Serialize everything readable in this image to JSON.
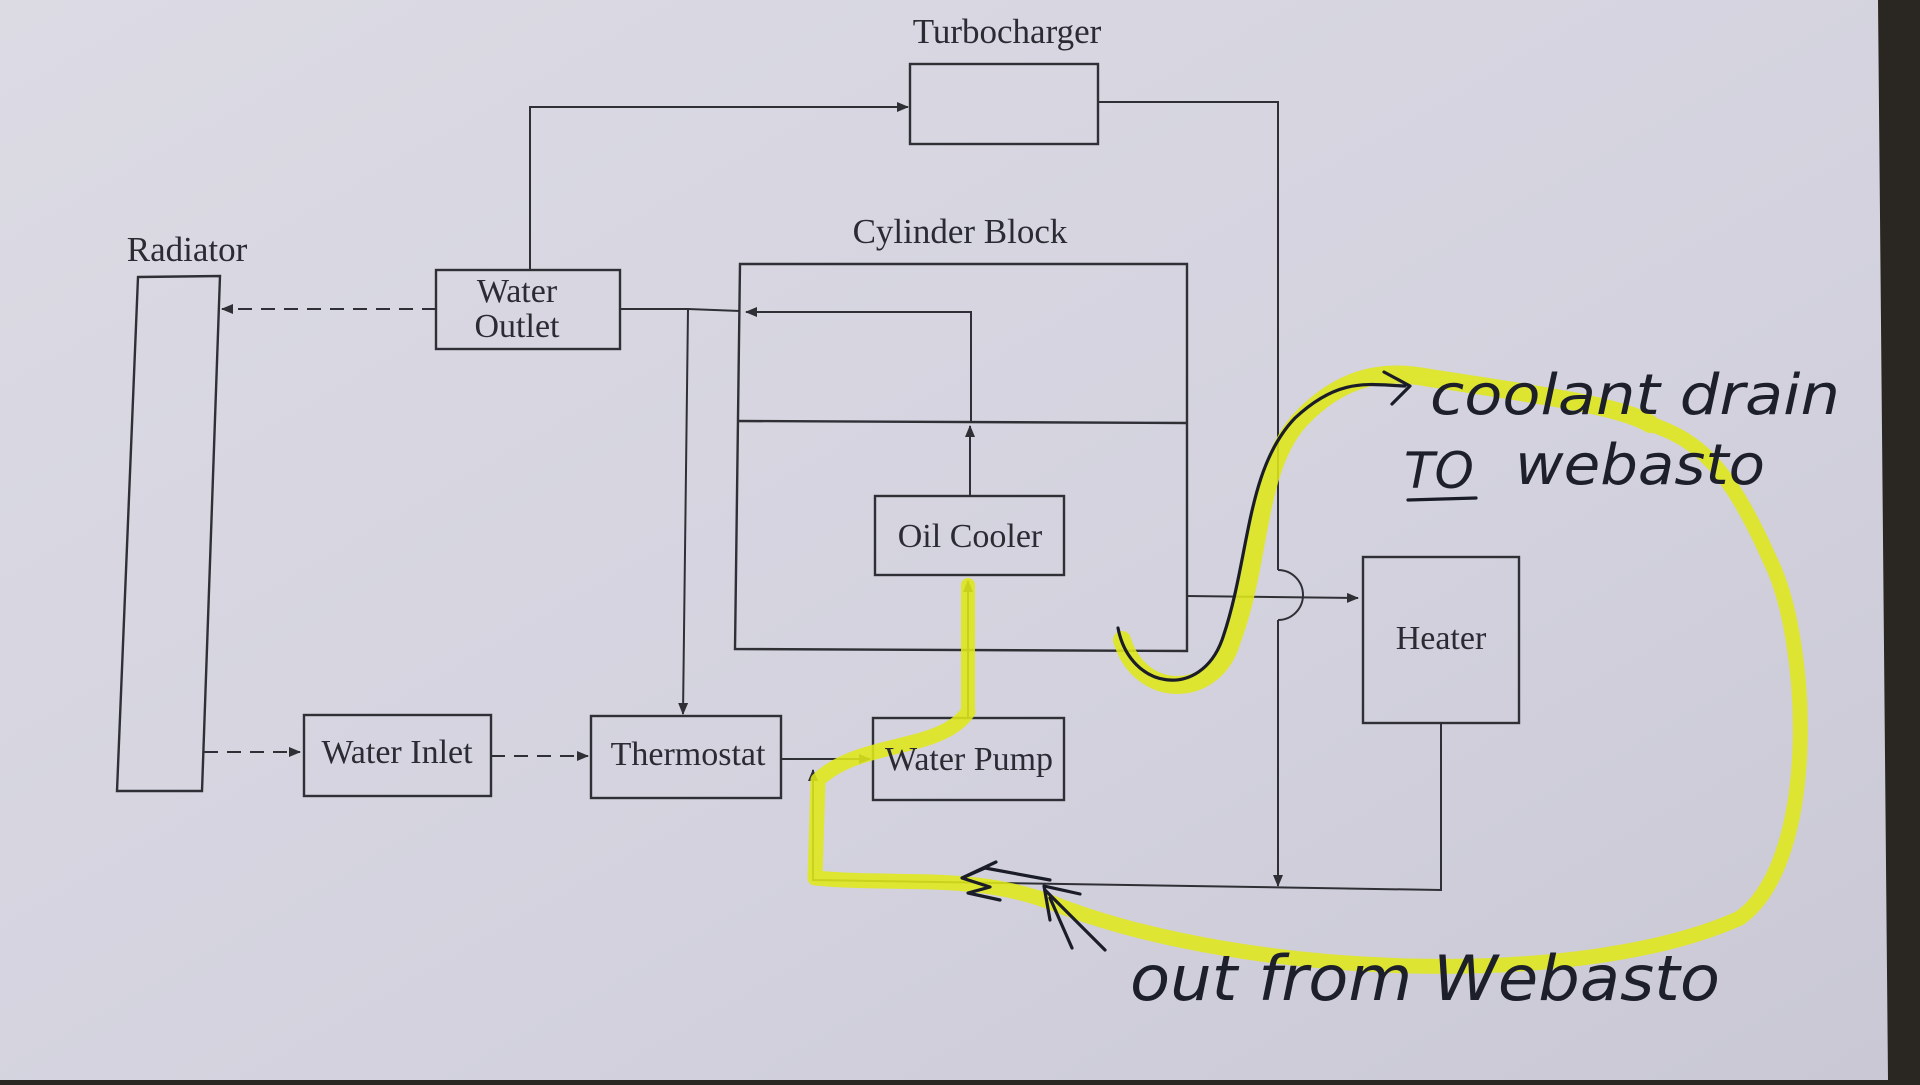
{
  "diagram": {
    "components": {
      "turbocharger": "Turbocharger",
      "cylinder_block": "Cylinder Block",
      "radiator": "Radiator",
      "water_outlet_line1": "Water",
      "water_outlet_line2": "Outlet",
      "oil_cooler": "Oil Cooler",
      "heater": "Heater",
      "water_inlet": "Water Inlet",
      "thermostat": "Thermostat",
      "water_pump": "Water Pump"
    },
    "annotations": {
      "drain_line1": "coolant drain",
      "drain_line2_prefix": "TO",
      "drain_line2_rest": "webasto",
      "return": "out from Webasto"
    }
  },
  "colors": {
    "paper": "#d5d4df",
    "ink": "#2f3036",
    "highlight": "#dfe81a",
    "pen": "#1a1c28",
    "background": "#2a2622"
  }
}
